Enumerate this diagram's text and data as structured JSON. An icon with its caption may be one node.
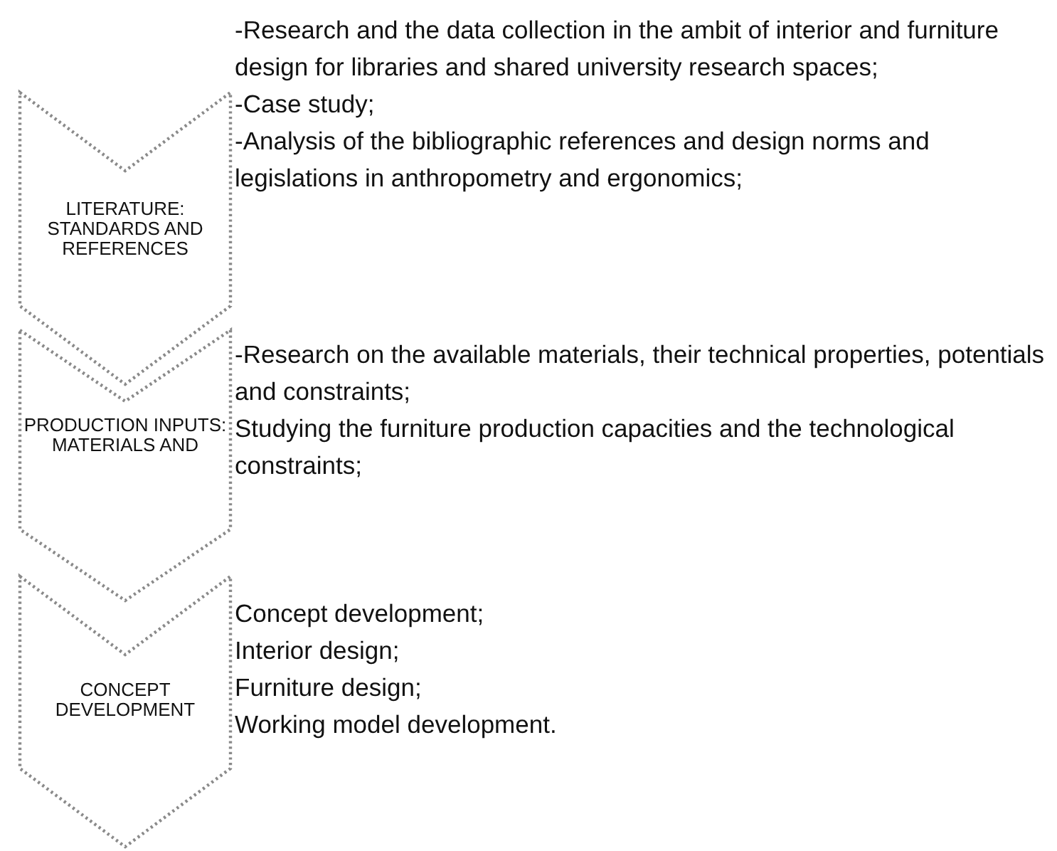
{
  "diagram": {
    "nodes": [
      {
        "text": [
          "LITERATURE: STANDARDS AND REFERENCES"
        ],
        "beside": [
          "-Research and the data collection in the ambit of interior and furniture design for libraries and shared university research spaces;",
          "-Case study;",
          "-Analysis of the bibliographic references and design norms and legislations in anthropometry and ergonomics;"
        ]
      },
      {
        "text": [
          "PRODUCTION INPUTS: MATERIALS AND"
        ],
        "beside": [
          "-Research on the available materials, their technical properties, potentials and constraints;",
          "Studying the furniture production capacities and the technological constraints;"
        ]
      },
      {
        "text": [
          "CONCEPT DEVELOPMENT"
        ],
        "beside": [
          "Concept development;",
          "Interior design;",
          "Furniture design;",
          "Working model development."
        ]
      }
    ]
  }
}
